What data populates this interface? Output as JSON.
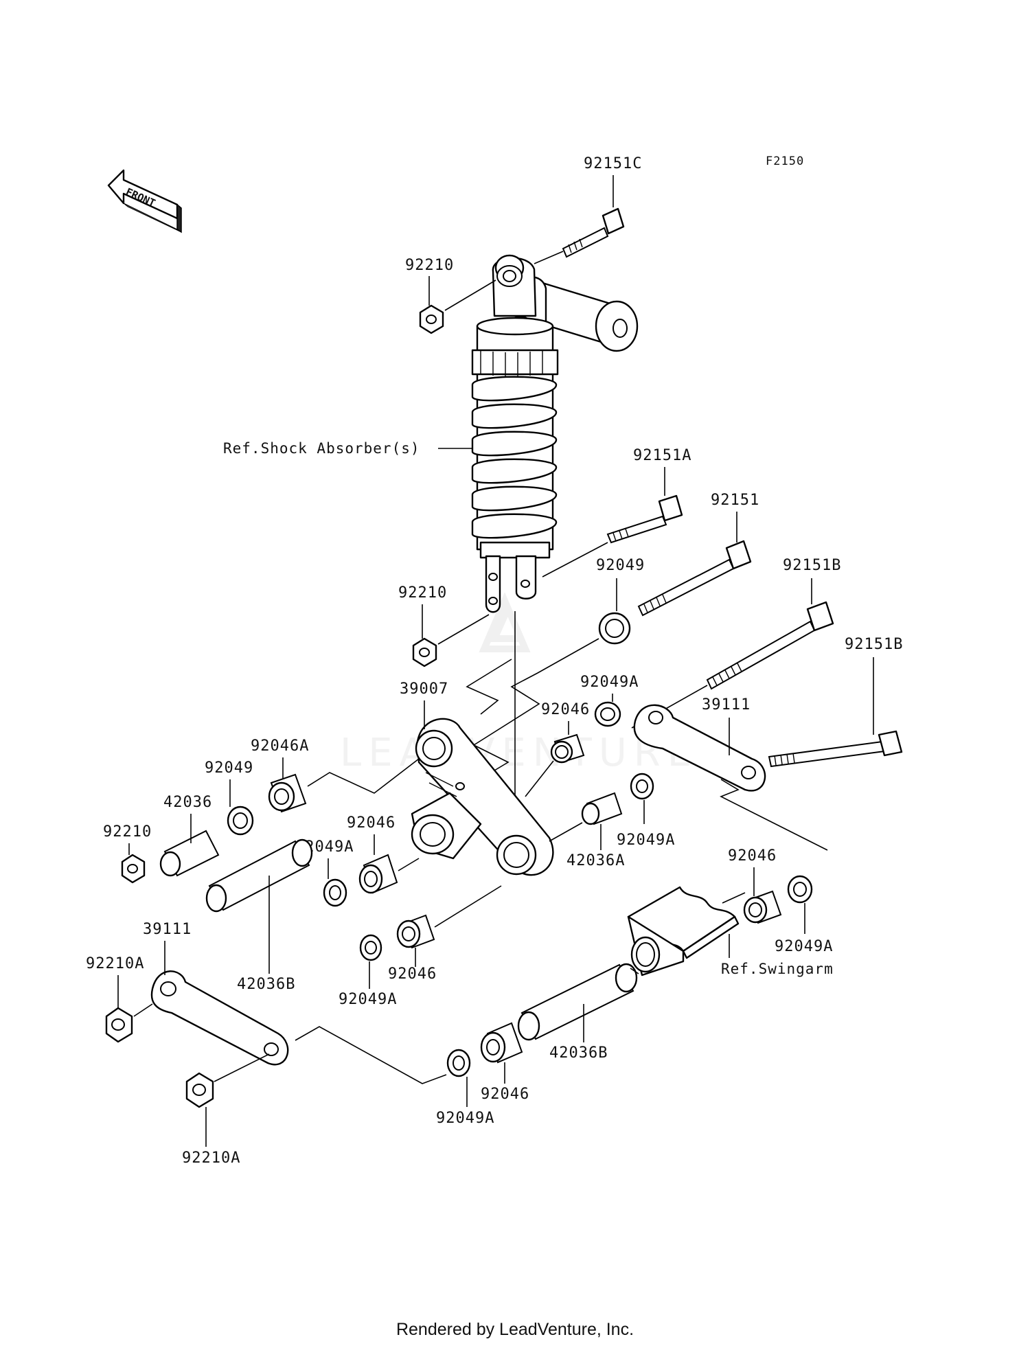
{
  "figure_code": "F2150",
  "front_label": "FRONT",
  "watermark": "LEADVENTURE",
  "references": {
    "shock_absorber": "Ref.Shock Absorber(s)",
    "swingarm": "Ref.Swingarm"
  },
  "part_labels": {
    "p92151C": "92151C",
    "p92210_top": "92210",
    "p92151A": "92151A",
    "p92151": "92151",
    "p92049_top": "92049",
    "p92210_mid": "92210",
    "p92151B_upper": "92151B",
    "p92151B_lower": "92151B",
    "p39007": "39007",
    "p92049A_a": "92049A",
    "p92046_a": "92046",
    "p39111_right": "39111",
    "p92046A": "92046A",
    "p92049_left": "92049",
    "p42036": "42036",
    "p92210_left": "92210",
    "p92046_b": "92046",
    "p92049A_b": "92049A",
    "p92049A_c": "92049A",
    "p42036A": "42036A",
    "p92046_c": "92046",
    "p92049A_d": "92049A",
    "p39111_left": "39111",
    "p92210A_a": "92210A",
    "p42036B_a": "42036B",
    "p92046_d": "92046",
    "p92049A_e": "92049A",
    "p42036B_b": "42036B",
    "p92046_e": "92046",
    "p92049A_f": "92049A",
    "p92210A_b": "92210A"
  },
  "footer": "Rendered by LeadVenture, Inc."
}
